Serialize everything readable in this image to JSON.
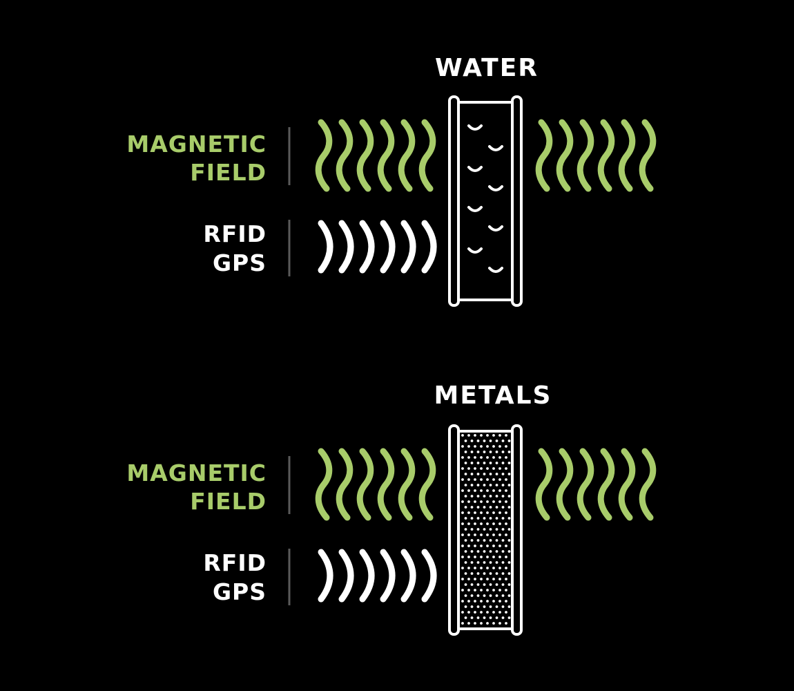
{
  "colors": {
    "background": "#000000",
    "magnetic": "#a8cc6a",
    "signal": "#ffffff",
    "divider": "#5a5a5a"
  },
  "panels": [
    {
      "title": "WATER",
      "material": "water",
      "magnetic_label": [
        "MAGNETIC",
        "FIELD"
      ],
      "signal_label": [
        "RFID",
        "GPS"
      ],
      "magnetic_passes": true,
      "signal_passes": false,
      "icons": {
        "magnetic_waves": "magnetic-wave-icon",
        "signal_waves": "signal-arc-icon",
        "barrier": "water-barrier-icon"
      }
    },
    {
      "title": "METALS",
      "material": "metal",
      "magnetic_label": [
        "MAGNETIC",
        "FIELD"
      ],
      "signal_label": [
        "RFID",
        "GPS"
      ],
      "magnetic_passes": true,
      "signal_passes": false,
      "icons": {
        "magnetic_waves": "magnetic-wave-icon",
        "signal_waves": "signal-arc-icon",
        "barrier": "metal-barrier-icon"
      }
    }
  ]
}
